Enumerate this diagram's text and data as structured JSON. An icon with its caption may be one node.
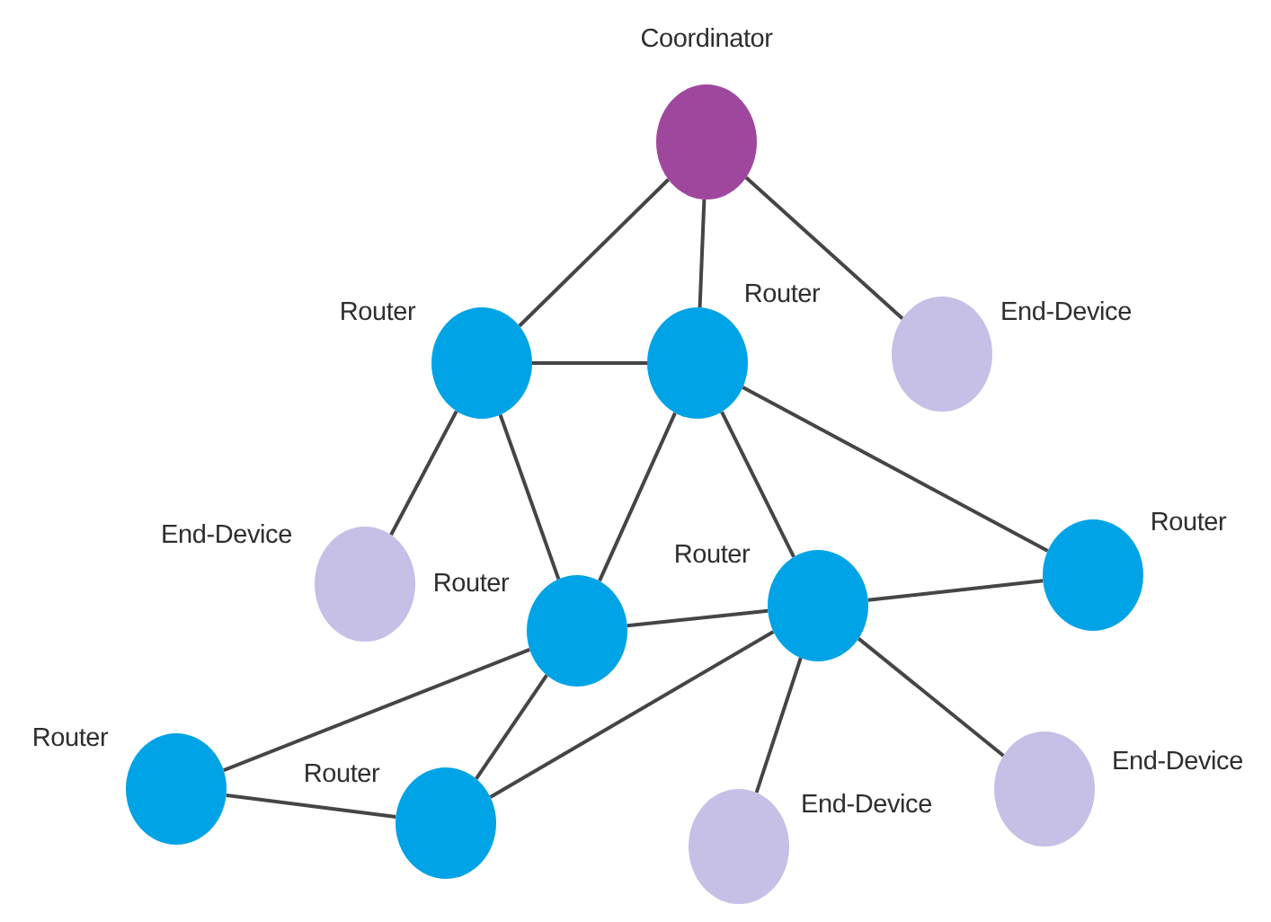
{
  "diagram": {
    "nodes": [
      {
        "text": [
          "Coordinator"
        ]
      },
      {
        "text": [
          "Router"
        ]
      },
      {
        "text": [
          "Router"
        ]
      },
      {
        "text": [
          "End-Device"
        ]
      },
      {
        "text": [
          "End-Device"
        ]
      },
      {
        "text": [
          "Router"
        ]
      },
      {
        "text": [
          "Router"
        ]
      },
      {
        "text": [
          "Router"
        ]
      },
      {
        "text": [
          "Router"
        ]
      },
      {
        "text": [
          "Router"
        ]
      },
      {
        "text": [
          "End-Device"
        ]
      },
      {
        "text": [
          "End-Device"
        ]
      }
    ],
    "edges": [
      {
        "from": 0,
        "to": 1,
        "arrow": "none"
      },
      {
        "from": 0,
        "to": 2,
        "arrow": "none"
      },
      {
        "from": 0,
        "to": 3,
        "arrow": "none"
      },
      {
        "from": 1,
        "to": 2,
        "arrow": "none"
      },
      {
        "from": 1,
        "to": 4,
        "arrow": "none"
      },
      {
        "from": 1,
        "to": 5,
        "arrow": "none"
      },
      {
        "from": 2,
        "to": 5,
        "arrow": "none"
      },
      {
        "from": 2,
        "to": 6,
        "arrow": "none"
      },
      {
        "from": 2,
        "to": 7,
        "arrow": "none"
      },
      {
        "from": 5,
        "to": 6,
        "arrow": "none"
      },
      {
        "from": 6,
        "to": 7,
        "arrow": "none"
      },
      {
        "from": 5,
        "to": 8,
        "arrow": "none"
      },
      {
        "from": 5,
        "to": 9,
        "arrow": "none"
      },
      {
        "from": 6,
        "to": 9,
        "arrow": "none"
      },
      {
        "from": 8,
        "to": 9,
        "arrow": "none"
      },
      {
        "from": 6,
        "to": 10,
        "arrow": "none"
      },
      {
        "from": 6,
        "to": 11,
        "arrow": "none"
      }
    ]
  }
}
